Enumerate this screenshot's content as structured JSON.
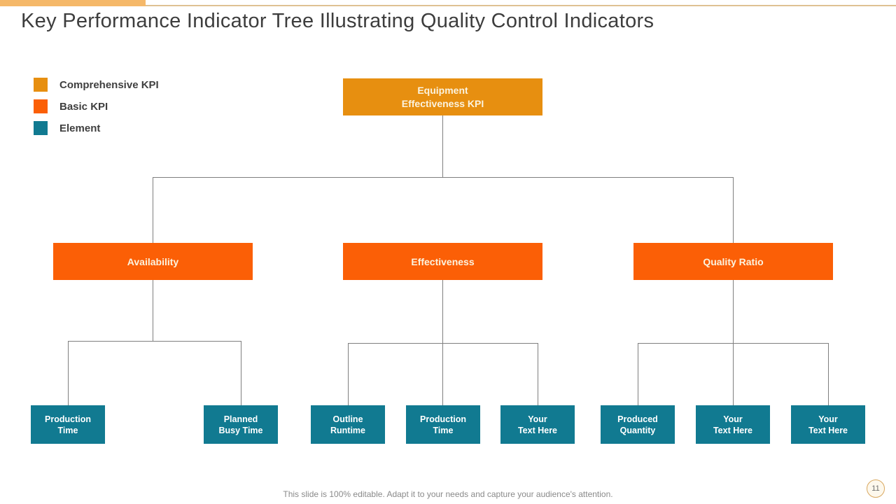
{
  "slide": {
    "title": "Key Performance Indicator Tree Illustrating Quality Control Indicators",
    "footer": "This slide is 100% editable. Adapt it to your needs and capture your audience's attention.",
    "page_number": "11"
  },
  "colors": {
    "comprehensive_kpi": "#E78F10",
    "basic_kpi": "#FB5F06",
    "element": "#117A91",
    "connector_gray": "#7F7F7F",
    "top_bar": "#F5B869",
    "top_rule": "#DFC193",
    "node_text_warm": "#FBF3DF",
    "node_text_cool": "#FFFFFF"
  },
  "legend": {
    "items": [
      {
        "label": "Comprehensive KPI",
        "color": "#E78F10"
      },
      {
        "label": "Basic KPI",
        "color": "#FB5F06"
      },
      {
        "label": "Element",
        "color": "#117A91"
      }
    ]
  },
  "tree": {
    "root": {
      "line1": "Equipment",
      "line2": "Effectiveness KPI"
    },
    "level2": [
      "Availability",
      "Effectiveness",
      "Quality Ratio"
    ],
    "level3": [
      {
        "line1": "Production",
        "line2": "Time"
      },
      {
        "line1": "Planned",
        "line2": "Busy Time"
      },
      {
        "line1": "Outline",
        "line2": "Runtime"
      },
      {
        "line1": "Production",
        "line2": "Time"
      },
      {
        "line1": "Your",
        "line2": "Text Here"
      },
      {
        "line1": "Produced",
        "line2": "Quantity"
      },
      {
        "line1": "Your",
        "line2": "Text Here"
      },
      {
        "line1": "Your",
        "line2": "Text Here"
      }
    ]
  }
}
